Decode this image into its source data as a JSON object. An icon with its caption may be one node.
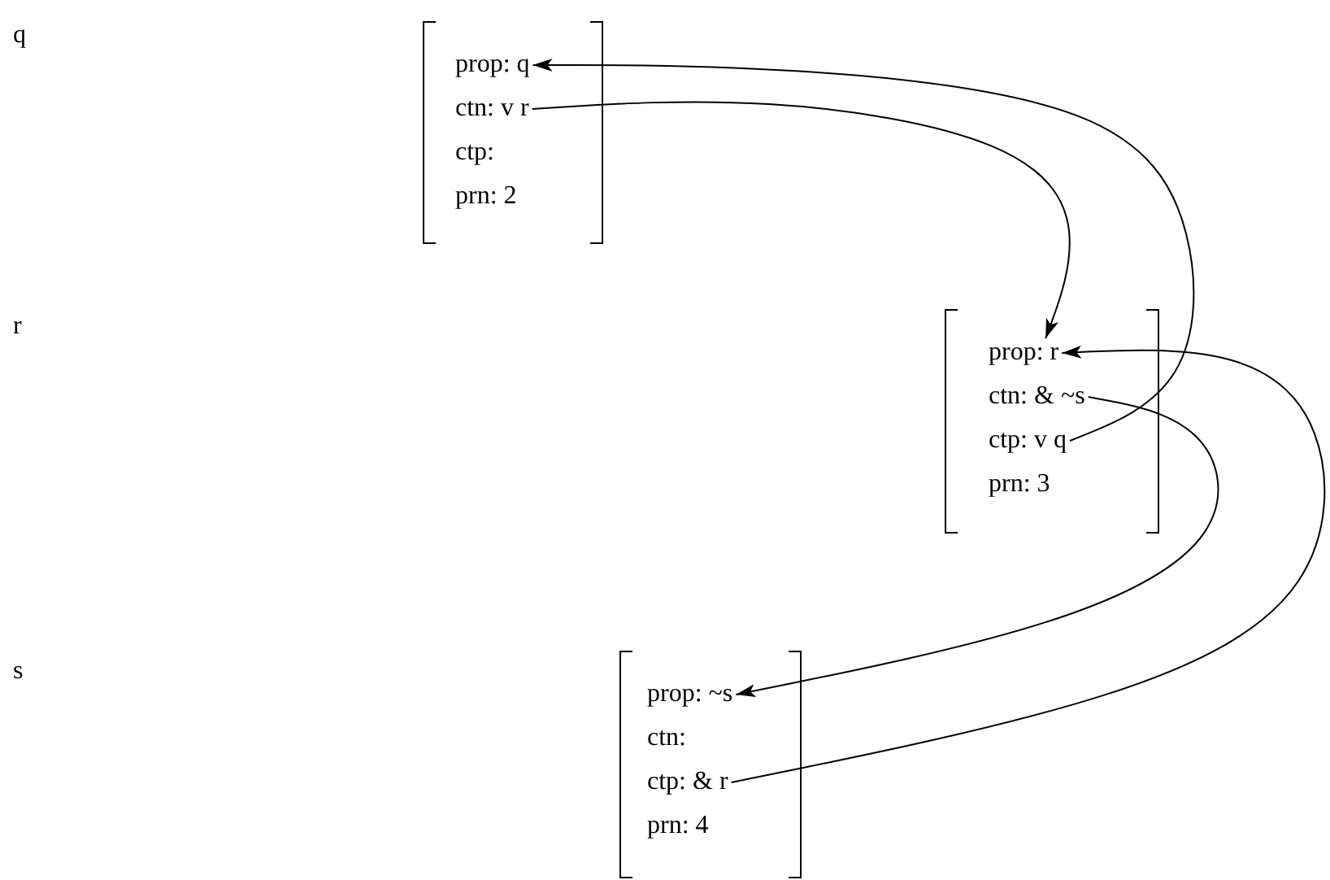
{
  "diagram": {
    "nodes": [
      {
        "text": [],
        "shape": "bracket"
      },
      {
        "text": [
          "prop: q"
        ],
        "in": 0
      },
      {
        "text": [
          "ctn: v r"
        ],
        "in": 0
      },
      {
        "text": [
          "ctp:"
        ],
        "in": 0
      },
      {
        "text": [
          "prn: 2"
        ],
        "in": 0
      },
      {
        "text": [],
        "shape": "bracket"
      },
      {
        "text": [
          "prop: r"
        ],
        "in": 5
      },
      {
        "text": [
          "ctn: & ~s"
        ],
        "in": 5
      },
      {
        "text": [
          "ctp: v q"
        ],
        "in": 5
      },
      {
        "text": [
          "prn: 3"
        ],
        "in": 5
      },
      {
        "text": [],
        "shape": "bracket"
      },
      {
        "text": [
          "prop: ~s"
        ],
        "in": 10
      },
      {
        "text": [
          "ctn:"
        ],
        "in": 10
      },
      {
        "text": [
          "ctp: & r"
        ],
        "in": 10
      },
      {
        "text": [
          "prn: 4"
        ],
        "in": 10
      }
    ],
    "edges": [
      {
        "from": 2,
        "to": 6,
        "arrow": "to"
      },
      {
        "from": 8,
        "to": 1,
        "arrow": "to"
      },
      {
        "from": 7,
        "to": 11,
        "arrow": "to"
      },
      {
        "from": 13,
        "to": 6,
        "arrow": "to"
      }
    ],
    "labels": [
      "q",
      "r",
      "s"
    ]
  }
}
